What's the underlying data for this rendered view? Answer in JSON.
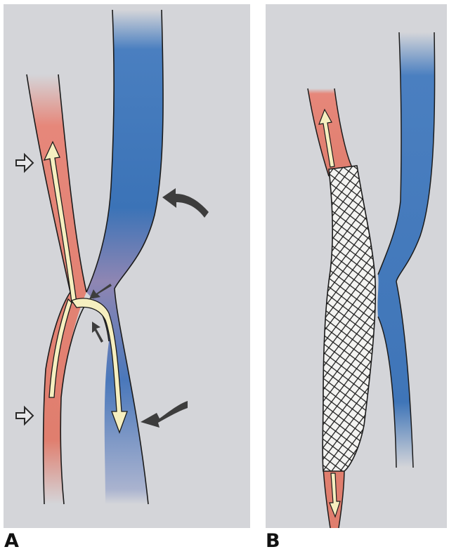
{
  "figure": {
    "panels": [
      {
        "id": "A",
        "label": "A",
        "description_hidden": false
      },
      {
        "id": "B",
        "label": "B"
      }
    ],
    "colors": {
      "background": "#d4d5d9",
      "artery": "#e07e6e",
      "vein": "#3f75b8",
      "flow_arrow": "#f6efc0",
      "outline": "#1b1b1b",
      "pointer_arrow": "#3d3d3d",
      "stent_mesh": "#1a1a1a"
    }
  }
}
